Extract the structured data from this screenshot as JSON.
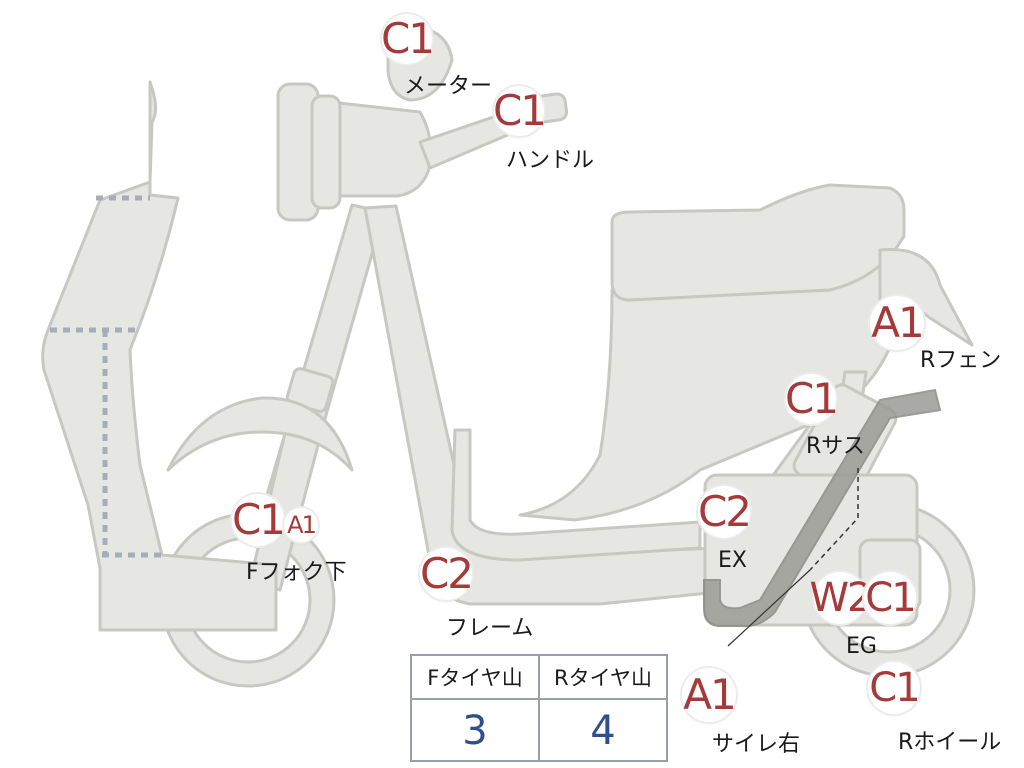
{
  "badges": {
    "meter": "C1",
    "handle": "C1",
    "r_fender": "A1",
    "r_sus": "C1",
    "ex": "C2",
    "eg_w": "W2",
    "eg_c": "C1",
    "r_wheel": "C1",
    "side_r": "A1",
    "f_fork_c": "C1",
    "f_fork_a": "A1",
    "frame": "C2"
  },
  "labels": {
    "meter": "メーター",
    "handle": "ハンドル",
    "r_fender": "Rフェン",
    "r_sus": "Rサス",
    "ex": "EX",
    "eg": "EG",
    "r_wheel": "Rホイール",
    "side_r": "サイレ右",
    "f_fork": "Fフォク下",
    "frame": "フレーム"
  },
  "tread_table": {
    "headers": [
      "Fタイヤ山",
      "Rタイヤ山"
    ],
    "values": [
      "3",
      "4"
    ]
  },
  "colors": {
    "badge_text": "#a53a3a",
    "value_text": "#2f4e8f",
    "body_fill": "#e6e6e2",
    "dotted_line": "#a7adb8"
  }
}
